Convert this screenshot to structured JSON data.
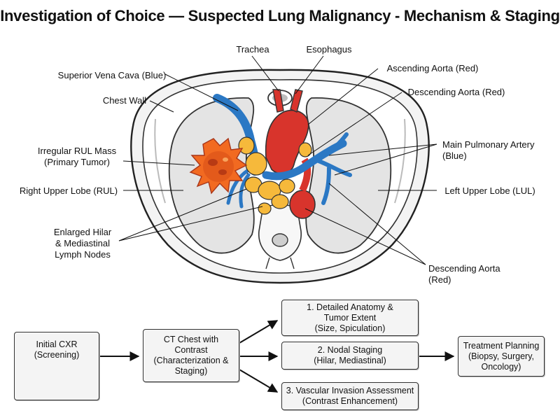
{
  "title": "Investigation of Choice — Suspected Lung Malignancy - Mechanism & Staging",
  "labels": {
    "trachea": "Trachea",
    "esophagus": "Esophagus",
    "svc": "Superior Vena Cava (Blue)",
    "ascending_aorta": "Ascending Aorta (Red)",
    "chest_wall": "Chest Wall",
    "descending_aorta_top": "Descending Aorta (Red)",
    "rul_mass": [
      "Irregular RUL Mass",
      "(Primary Tumor)"
    ],
    "main_pulmonary_artery": [
      "Main Pulmonary Artery",
      "(Blue)"
    ],
    "rul": "Right Upper Lobe (RUL)",
    "lul": "Left Upper Lobe (LUL)",
    "lymph_nodes": [
      "Enlarged Hilar",
      "& Mediastinal",
      "Lymph Nodes"
    ],
    "descending_aorta_bottom": [
      "Descending Aorta",
      "(Red)"
    ]
  },
  "flow": {
    "initial_cxr": [
      "Initial CXR",
      "(Screening)"
    ],
    "ct_chest": [
      "CT Chest with",
      "Contrast",
      "(Characterization &",
      "Staging)"
    ],
    "step1": [
      "1. Detailed Anatomy &",
      "Tumor Extent",
      "(Size, Spiculation)"
    ],
    "step2": [
      "2. Nodal Staging",
      "(Hilar, Mediastinal)"
    ],
    "step3": [
      "3. Vascular Invasion Assessment",
      "(Contrast Enhancement)"
    ],
    "treatment": [
      "Treatment Planning",
      "(Biopsy, Surgery,",
      "Oncology)"
    ]
  },
  "colors": {
    "aorta": "#d8342c",
    "vessel_blue": "#2b78c4",
    "lymph_node": "#f6b93b",
    "tumor": "#f26a21",
    "lung": "#e4e4e4"
  }
}
